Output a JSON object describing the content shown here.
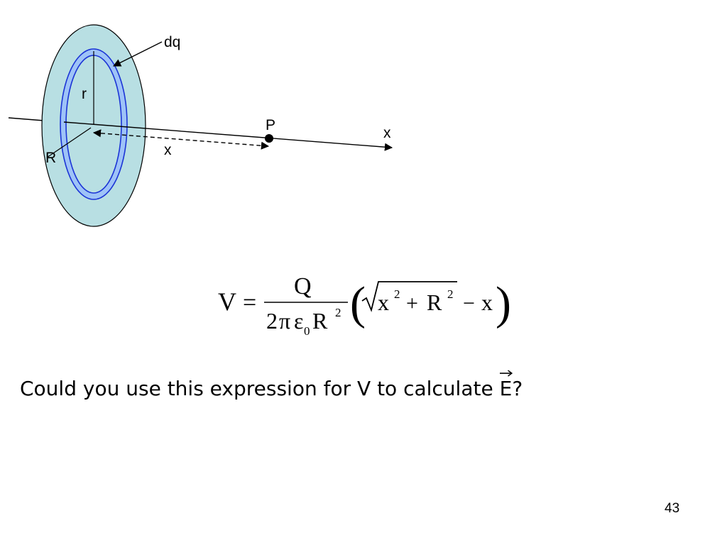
{
  "diagram": {
    "label_dq": "dq",
    "label_r": "r",
    "label_R": "R",
    "label_P": "P",
    "label_x_axis": "x",
    "label_x_distance": "x",
    "colors": {
      "disk_fill": "#b8dfe3",
      "ring_fill": "#9ec3f7",
      "ring_stroke": "#1b34d6",
      "line": "#000000"
    }
  },
  "equation": {
    "lhs": "V",
    "equals": "=",
    "numerator": "Q",
    "den_two": "2",
    "den_pi": "π",
    "den_eps": "ε",
    "den_eps_sub": "0",
    "den_R": "R",
    "den_R_exp": "2",
    "paren_open": "(",
    "sqrt_sign": "√",
    "x": "x",
    "x_exp": "2",
    "plus": "+",
    "R": "R",
    "R_exp": "2",
    "minus": "−",
    "x_last": "x",
    "paren_close": ")"
  },
  "question": {
    "text": "Could you use this expression for V to calculate ",
    "vector_symbol": "E",
    "end": "?"
  },
  "page_number": "43"
}
